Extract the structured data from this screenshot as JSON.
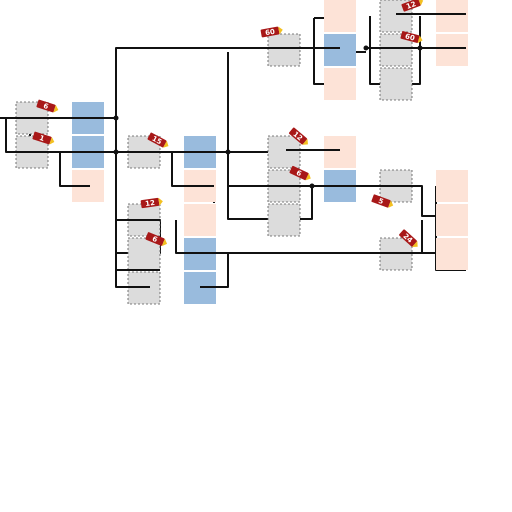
{
  "colors": {
    "gray_block": "#dcdcdc",
    "blue_block": "#99bbdd",
    "peach_block": "#fde3d7",
    "wire": "#111111",
    "tag": "#a81818",
    "tag_tip": "#f3c020"
  },
  "tags": [
    {
      "label": "6"
    },
    {
      "label": "1"
    },
    {
      "label": "15"
    },
    {
      "label": "12"
    },
    {
      "label": "6"
    },
    {
      "label": "60"
    },
    {
      "label": "12"
    },
    {
      "label": "6"
    },
    {
      "label": "12"
    },
    {
      "label": "60"
    },
    {
      "label": "5"
    },
    {
      "label": "24"
    }
  ]
}
